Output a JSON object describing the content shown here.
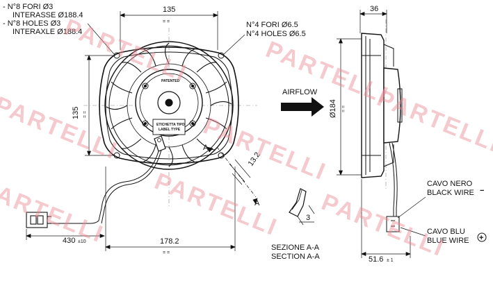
{
  "holes_small": {
    "line1": "- N°8 FORI Ø3",
    "line2": "INTERASSE Ø188.4",
    "line3": "- N°8 HOLES Ø3",
    "line4": "INTERAXLE Ø188.4"
  },
  "holes_large": {
    "line1": "N°4 FORI Ø6.5",
    "line2": "N°4 HOLES Ø6.5"
  },
  "dimensions": {
    "top_width": "135",
    "left_height": "135",
    "bottom_width": "178.2",
    "cable_length": "430",
    "cable_tolerance": "±10",
    "slot": "13.2",
    "side_depth": "36",
    "side_diameter": "Ø184",
    "side_bottom": "51.6",
    "side_bottom_tolerance": "± 1",
    "section_thickness": "3",
    "eq": "= ="
  },
  "fan_labels": {
    "patented": "PATENTED",
    "label_type_1": "ETICHETTA TIPO",
    "label_type_2": "LABEL TYPE",
    "section_mark": "A",
    "section_mark_2": "A"
  },
  "airflow": "AIRFLOW",
  "section": {
    "line1": "SEZIONE A-A",
    "line2": "SECTION A-A"
  },
  "wires": {
    "black_1": "CAVO NERO",
    "black_2": "BLACK WIRE",
    "black_sign": "−",
    "blue_1": "CAVO BLU",
    "blue_2": "BLUE WIRE",
    "blue_sign": "+"
  },
  "watermark": "PARTELLI",
  "colors": {
    "line": "#111111",
    "watermark": "#e88a92"
  }
}
